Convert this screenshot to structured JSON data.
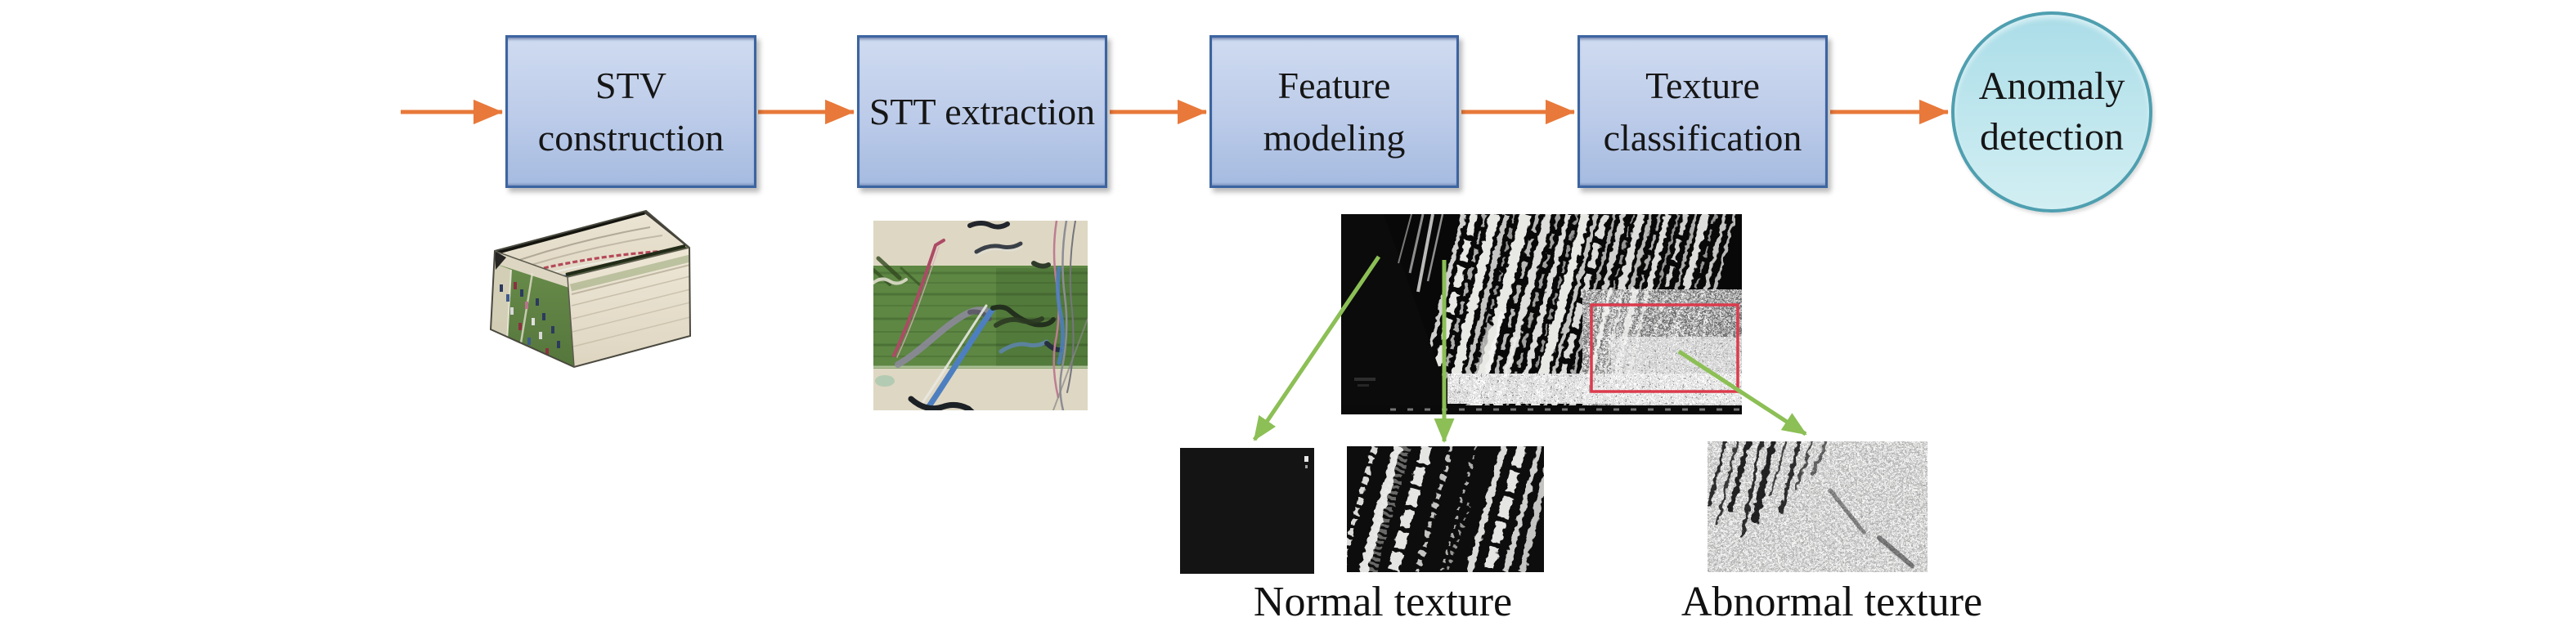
{
  "flow": {
    "nodes": [
      {
        "id": "stv-construction",
        "shape": "box",
        "label": "STV construction"
      },
      {
        "id": "stt-extraction",
        "shape": "box",
        "label": "STT extraction"
      },
      {
        "id": "feature-modeling",
        "shape": "box",
        "label": "Feature modeling"
      },
      {
        "id": "texture-classification",
        "shape": "box",
        "label": "Texture classification"
      },
      {
        "id": "anomaly-detection",
        "shape": "circle",
        "label": "Anomaly detection"
      }
    ]
  },
  "annotations": {
    "normal_label": "Normal texture",
    "abnormal_label": "Abnormal texture"
  },
  "images": {
    "stv_cube": "stv-video-volume-image",
    "stt_texture": "stt-slice-texture-image",
    "binary_texture": "binary-texture-map-image",
    "normal_crop_black": "normal-texture-black-crop",
    "normal_crop_striped": "normal-texture-striped-crop",
    "abnormal_crop": "abnormal-texture-crop"
  },
  "colors": {
    "flow_arrow": "#E8793A",
    "annotation_arrow": "#8CBF55",
    "highlight_box": "#DC3B4D",
    "box_border": "#3C64A0",
    "box_fill_top": "#CFDBF0",
    "box_fill_bottom": "#A5BBE0",
    "circle_border": "#4F9FB0",
    "circle_fill_top": "#ABDDE8",
    "circle_fill_bottom": "#D2EFF3",
    "label_text": "#161616"
  }
}
